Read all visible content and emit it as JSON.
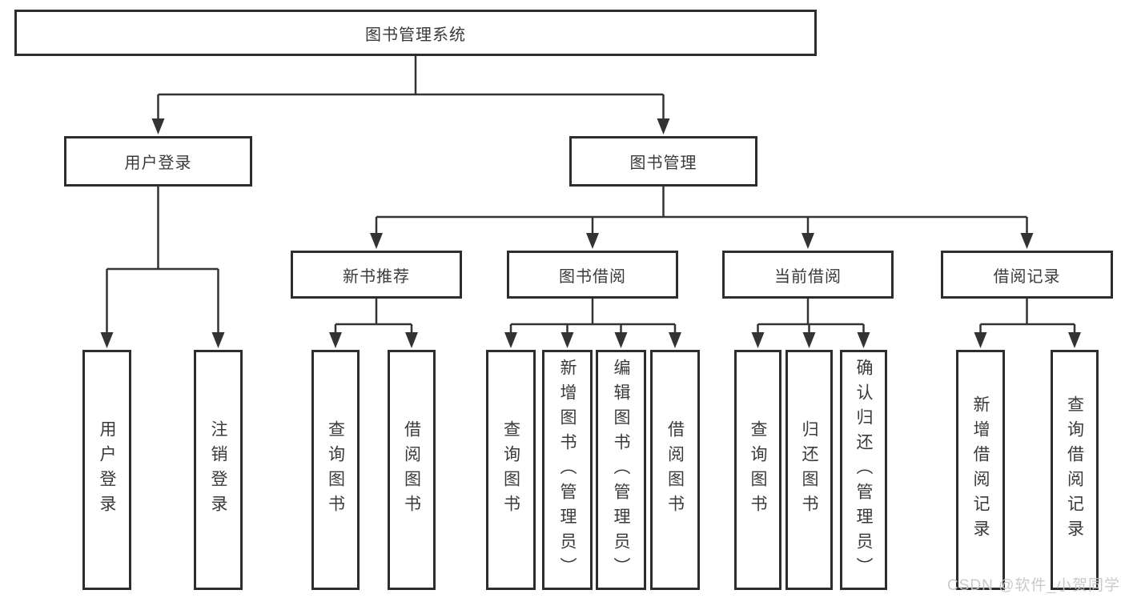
{
  "tree": {
    "label": "图书管理系统",
    "children": [
      {
        "label": "用户登录",
        "children": [
          {
            "label": "用户登录"
          },
          {
            "label": "注销登录"
          }
        ]
      },
      {
        "label": "图书管理",
        "children": [
          {
            "label": "新书推荐",
            "children": [
              {
                "label": "查询图书"
              },
              {
                "label": "借阅图书"
              }
            ]
          },
          {
            "label": "图书借阅",
            "children": [
              {
                "label": "查询图书"
              },
              {
                "label": "新增图书（管理员）"
              },
              {
                "label": "编辑图书（管理员）"
              },
              {
                "label": "借阅图书"
              }
            ]
          },
          {
            "label": "当前借阅",
            "children": [
              {
                "label": "查询图书"
              },
              {
                "label": "归还图书"
              },
              {
                "label": "确认归还（管理员）"
              }
            ]
          },
          {
            "label": "借阅记录",
            "children": [
              {
                "label": "新增借阅记录"
              },
              {
                "label": "查询借阅记录"
              }
            ]
          }
        ]
      }
    ]
  },
  "watermark": {
    "text": "CSDN @软件_小贺同学"
  },
  "colors": {
    "background": "#ffffff",
    "line": "#333333",
    "box_border": "#2d2d2d",
    "text": "#3a3a3a",
    "watermark": "#c6c6c6"
  }
}
